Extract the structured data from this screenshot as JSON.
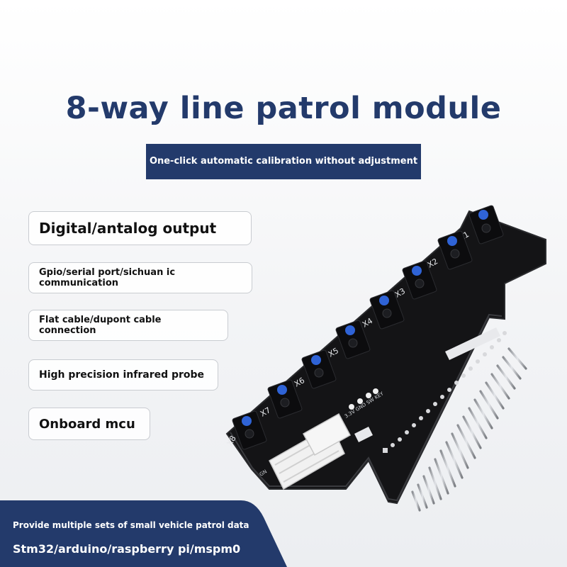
{
  "title": "8-way line patrol module",
  "banner": "One-click automatic calibration without adjustment",
  "features": [
    "Digital/antalog output",
    "Gpio/serial port/sichuan ic communication",
    "Flat cable/dupont cable connection",
    "High precision infrared probe",
    "Onboard mcu"
  ],
  "footer": {
    "line1": "Provide multiple sets of small vehicle patrol data",
    "line2": "Stm32/arduino/raspberry pi/mspm0"
  },
  "board": {
    "sensor_labels": [
      "X1",
      "X2",
      "X3",
      "X4",
      "X5",
      "X6",
      "X7",
      "X8"
    ],
    "silkscreen": "3.3V GND SW KEY",
    "connector_label": "GN"
  },
  "colors": {
    "accent": "#233a6b",
    "board": "#141416",
    "sensor_lens": "#2f63d6"
  }
}
